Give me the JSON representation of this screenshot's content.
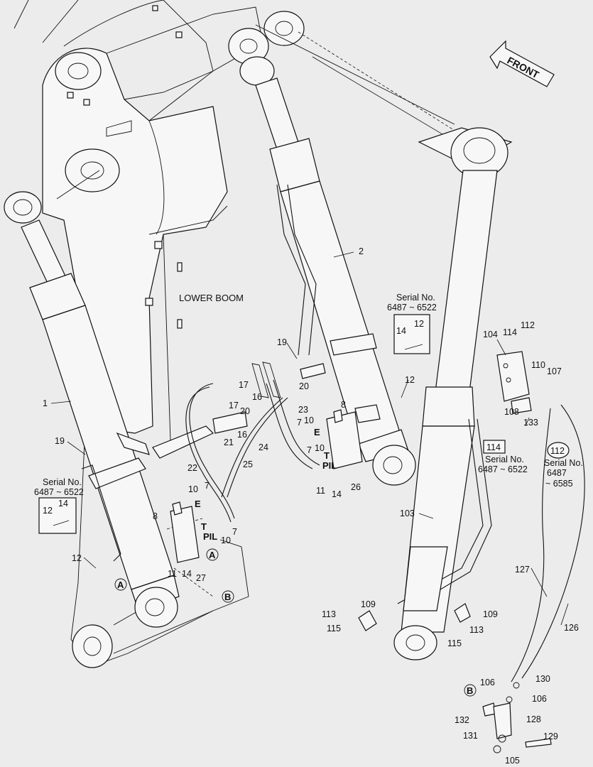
{
  "front_label": "FRONT",
  "lower_boom_label": "LOWER BOOM",
  "letters": {
    "a": "A",
    "b": "B",
    "e": "E",
    "t": "T",
    "pil": "PIL"
  },
  "serial_box_left": {
    "title": "Serial No.",
    "range": "6487 ~ 6522",
    "p1": "12",
    "p2": "14"
  },
  "serial_box_mid": {
    "title": "Serial No.",
    "range": "6487 ~ 6522",
    "p1": "14",
    "p2": "12"
  },
  "serial_box_114": {
    "part": "114",
    "title": "Serial No.",
    "range": "6487 ~ 6522"
  },
  "serial_box_112": {
    "part": "112",
    "title": "Serial No.",
    "range1": "6487",
    "range2": "~ 6585"
  },
  "callouts": [
    "1",
    "2",
    "7",
    "7",
    "7",
    "7",
    "8",
    "8",
    "10",
    "10",
    "10",
    "10",
    "11",
    "11",
    "12",
    "12",
    "14",
    "14",
    "16",
    "16",
    "17",
    "17",
    "19",
    "19",
    "20",
    "20",
    "21",
    "22",
    "23",
    "24",
    "25",
    "26",
    "27",
    "103",
    "104",
    "105",
    "106",
    "106",
    "107",
    "108",
    "109",
    "109",
    "110",
    "112",
    "113",
    "113",
    "114",
    "115",
    "115",
    "126",
    "127",
    "128",
    "129",
    "130",
    "131",
    "132",
    "133"
  ]
}
